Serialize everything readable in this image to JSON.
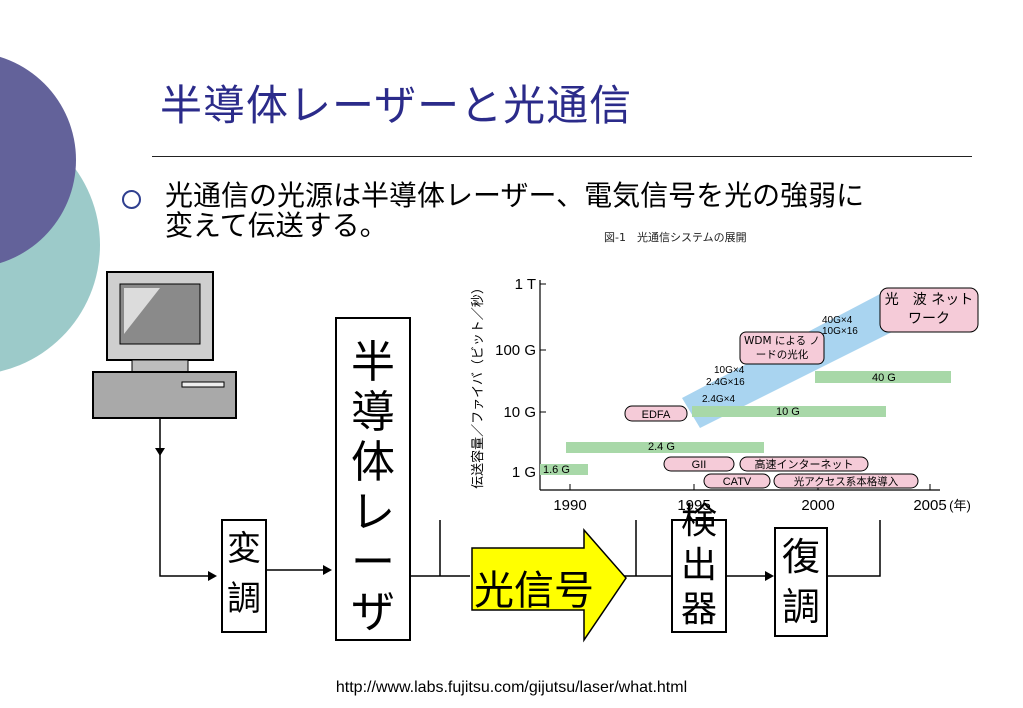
{
  "slide": {
    "title": "半導体レーザーと光通信",
    "bullet_line1": "光通信の光源は半導体レーザー、電気信号を光の強弱に",
    "bullet_line2": "変えて伝送する。",
    "footer_url": "http://www.labs.fujitsu.com/gijutsu/laser/what.html"
  },
  "diagram": {
    "modulation_chars": [
      "変",
      "調"
    ],
    "laser_chars": [
      "半",
      "導",
      "体",
      "レ",
      "ー",
      "ザ"
    ],
    "signal_label": "光信号",
    "detector_chars": [
      "検",
      "出",
      "器"
    ],
    "demodulation_chars": [
      "復",
      "調"
    ]
  },
  "chart_data": {
    "type": "table",
    "caption": "図-1　光通信システムの展開",
    "ylabel": "伝送容量／ファイバ（ビット／秒）",
    "xlabel_unit": "(年)",
    "scale": "log",
    "x_ticks": [
      "1990",
      "1995",
      "2000",
      "2005"
    ],
    "y_ticks": [
      "1 T",
      "100 G",
      "10 G",
      "1 G"
    ],
    "bars": [
      {
        "label": "1.6 G",
        "start": 1988,
        "end": 1990.5,
        "capacity": "1.6 G"
      },
      {
        "label": "2.4 G",
        "start": 1990,
        "end": 1998,
        "capacity": "2.4 G"
      },
      {
        "label": "10 G",
        "start": 1995,
        "end": 2002.8,
        "capacity": "10 G"
      },
      {
        "label": "40 G",
        "start": 1999.8,
        "end": 2005.3,
        "capacity": "40 G"
      }
    ],
    "tags": [
      {
        "label": "EDFA",
        "color": "#f5cbd8"
      },
      {
        "label": "GII",
        "color": "#f5cbd8"
      },
      {
        "label": "高速インターネット",
        "color": "#f5cbd8"
      },
      {
        "label": "CATV",
        "color": "#f5cbd8"
      },
      {
        "label": "光アクセス系本格導入",
        "color": "#f5cbd8"
      },
      {
        "label": "WDM による ノードの光化",
        "color": "#f5cbd8"
      },
      {
        "label": "光　波 ネットワーク",
        "color": "#f5cbd8"
      }
    ],
    "annotations": [
      "2.4G×4",
      "10G×4",
      "2.4G×16",
      "40G×4",
      "10G×16"
    ],
    "colors": {
      "bar": "#a8d8a8",
      "trend": "#a9d4f0",
      "tag_fill": "#f5cbd8"
    }
  }
}
